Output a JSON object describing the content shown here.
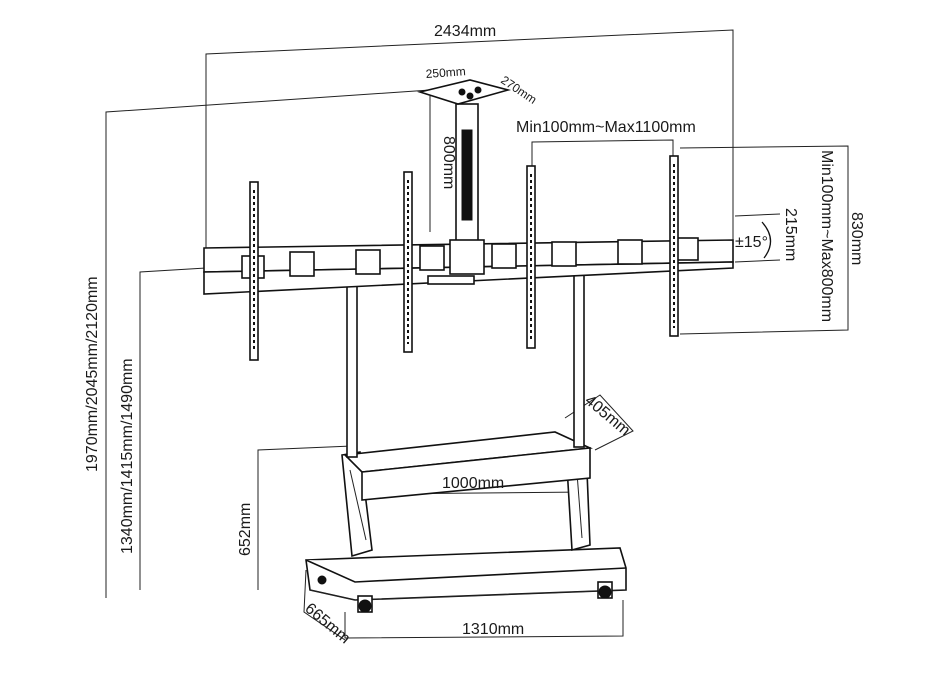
{
  "dimensions": {
    "overall_width": "2434mm",
    "head_plate_width": "250mm",
    "head_plate_depth": "270mm",
    "head_column_height": "800mm",
    "bracket_spacing": "Min100mm~Max1100mm",
    "tilt": "±15°",
    "bracket_offset": "215mm",
    "bracket_height_range": "Min100mm~Max800mm",
    "bracket_height_total": "830mm",
    "overall_heights": "1970mm/2045mm/2120mm",
    "beam_heights": "1340mm/1415mm/1490mm",
    "shelf_depth": "405mm",
    "shelf_width": "1000mm",
    "shelf_height": "652mm",
    "base_depth": "665mm",
    "base_width": "1310mm"
  }
}
